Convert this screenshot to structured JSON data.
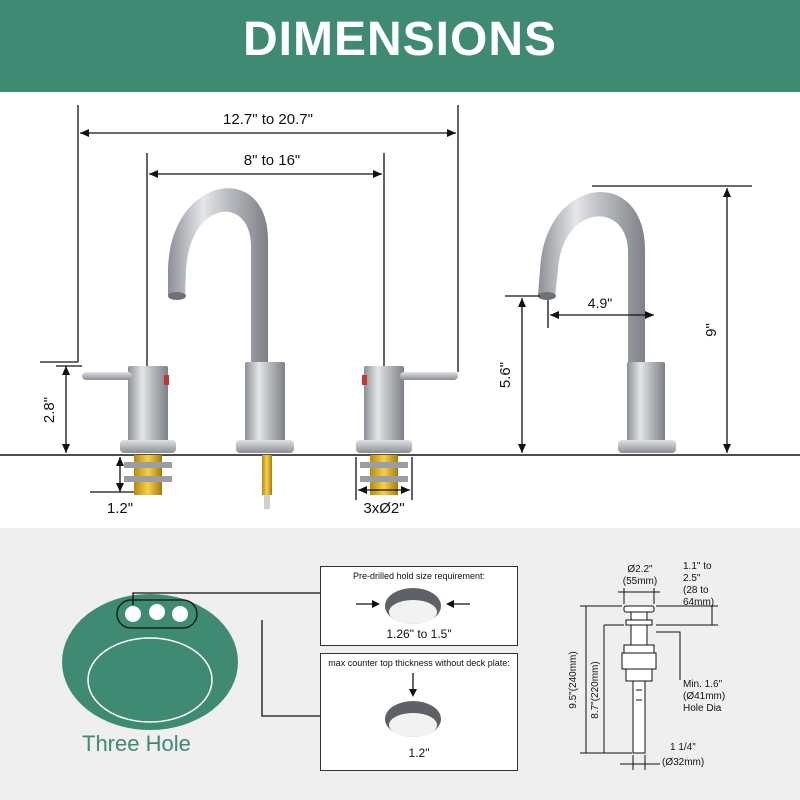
{
  "banner": {
    "title": "DIMENSIONS",
    "color": "#3f8a72"
  },
  "front_view": {
    "overall_width": "12.7\" to 20.7\"",
    "handle_spread": "8\" to 16\"",
    "handle_height": "2.8\"",
    "shank_length": "1.2\"",
    "hole_diameter": "3xØ2\""
  },
  "side_view": {
    "spout_height": "5.6\"",
    "spout_reach": "4.9\"",
    "total_height": "9\""
  },
  "hole_requirements": {
    "pre_drilled_caption": "Pre-drilled hold size requirement:",
    "pre_drilled_value": "1.26\" to 1.5\"",
    "counter_caption": "max counter top thickness without deck plate:",
    "counter_value": "1.2\""
  },
  "sink": {
    "label": "Three Hole",
    "color": "#3f8a72"
  },
  "drain": {
    "cap_dia": "Ø2.2\"",
    "cap_dia_mm": "(55mm)",
    "adjust_range_1": "1.1\" to",
    "adjust_range_2": "2.5\"",
    "adjust_range_3": "(28 to",
    "adjust_range_4": "64mm)",
    "total_length": "9.5\"(240mm)",
    "body_length": "8.7\"(220mm)",
    "hole_min_1": "Min. 1.6\"",
    "hole_min_2": "(Ø41mm)",
    "hole_min_3": "Hole Dia",
    "pipe_dia_1": "1 1/4\"",
    "pipe_dia_2": "(Ø32mm)"
  }
}
